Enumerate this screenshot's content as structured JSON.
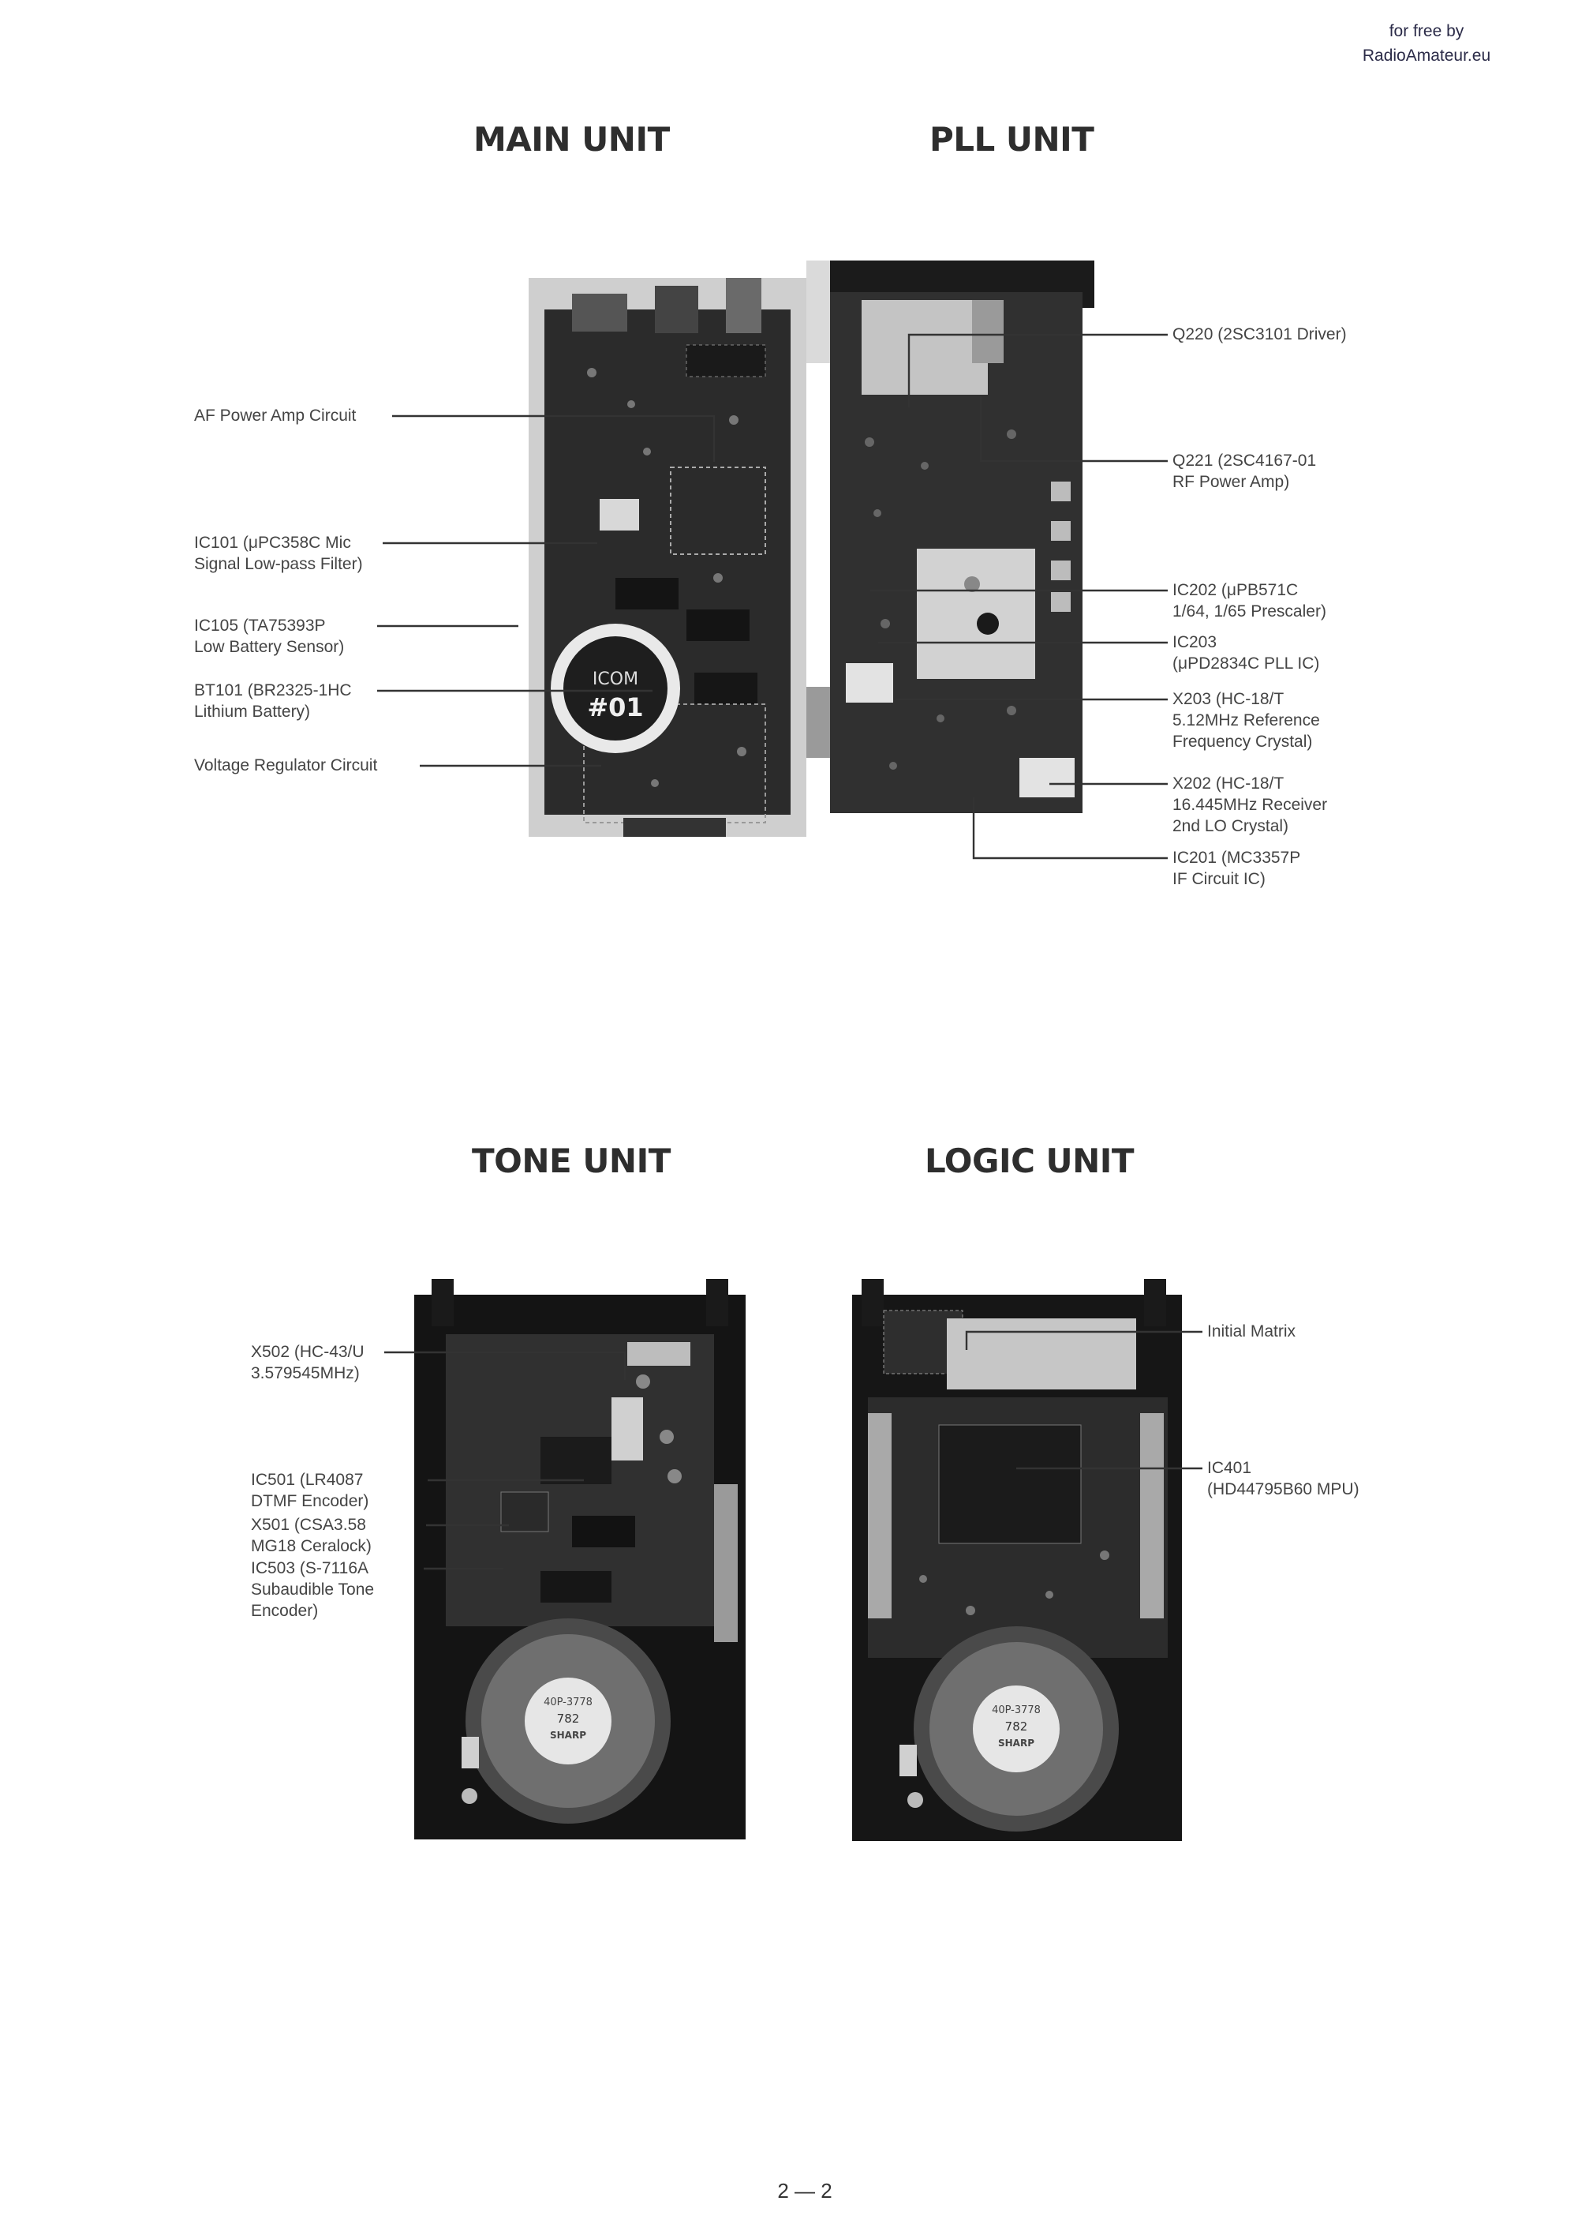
{
  "watermark": {
    "line1": "for free by",
    "line2": "RadioAmateur.eu"
  },
  "titles": {
    "main": "MAIN UNIT",
    "pll": "PLL UNIT",
    "tone": "TONE UNIT",
    "logic": "LOGIC UNIT"
  },
  "main_labels": [
    {
      "lines": [
        "AF Power Amp Circuit"
      ]
    },
    {
      "lines": [
        "IC101 (μPC358C Mic",
        "Signal Low-pass Filter)"
      ]
    },
    {
      "lines": [
        "IC105 (TA75393P",
        "Low Battery Sensor)"
      ]
    },
    {
      "lines": [
        "BT101 (BR2325-1HC",
        "Lithium Battery)"
      ]
    },
    {
      "lines": [
        "Voltage Regulator Circuit"
      ]
    }
  ],
  "pll_labels": [
    {
      "lines": [
        "Q220 (2SC3101 Driver)"
      ]
    },
    {
      "lines": [
        "Q221 (2SC4167-01",
        "RF Power Amp)"
      ]
    },
    {
      "lines": [
        "IC202 (μPB571C",
        "1/64, 1/65 Prescaler)"
      ]
    },
    {
      "lines": [
        "IC203",
        "(μPD2834C PLL IC)"
      ]
    },
    {
      "lines": [
        "X203 (HC-18/T",
        "5.12MHz Reference",
        "Frequency Crystal)"
      ]
    },
    {
      "lines": [
        "X202 (HC-18/T",
        "16.445MHz Receiver",
        "2nd LO Crystal)"
      ]
    },
    {
      "lines": [
        "IC201 (MC3357P",
        "IF Circuit IC)"
      ]
    }
  ],
  "tone_labels": [
    {
      "lines": [
        "X502 (HC-43/U",
        "3.579545MHz)"
      ]
    },
    {
      "lines": [
        "IC501 (LR4087",
        "DTMF Encoder)"
      ]
    },
    {
      "lines": [
        "X501 (CSA3.58",
        "MG18 Ceralock)"
      ]
    },
    {
      "lines": [
        "IC503 (S-7116A",
        "Subaudible Tone",
        "Encoder)"
      ]
    }
  ],
  "logic_labels": [
    {
      "lines": [
        "Initial Matrix"
      ]
    },
    {
      "lines": [
        "IC401",
        "(HD44795B60 MPU)"
      ]
    }
  ],
  "badge": {
    "brand": "ICOM",
    "number": "#01"
  },
  "speaker_marks": {
    "top": "40P-3778",
    "mid": "782",
    "bottom": "SHARP"
  },
  "page_number": "2 — 2"
}
